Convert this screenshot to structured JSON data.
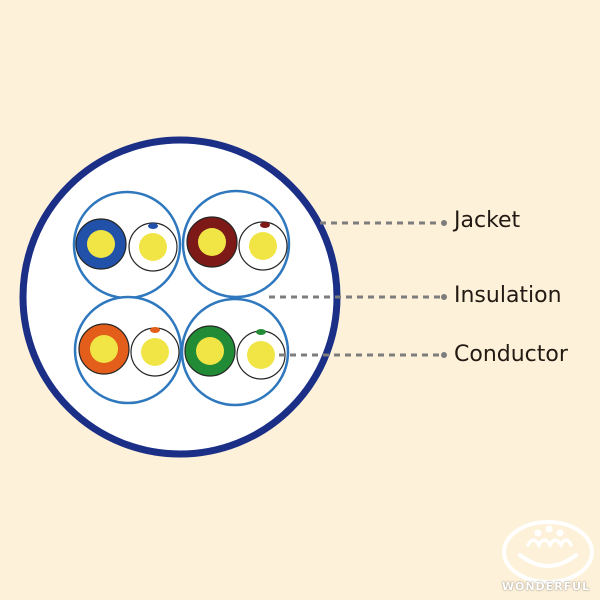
{
  "diagram": {
    "labels": {
      "jacket": "Jacket",
      "insulation": "Insulation",
      "conductor": "Conductor"
    },
    "brand": "WONDERFUL",
    "colors": {
      "background": "#fdf1d9",
      "jacket": "#1b2f87",
      "pair_ring": "#2f78be",
      "leader_line": "#7d7d7d",
      "conductor": "#f0e545",
      "blue": "#2151a8",
      "brown": "#7d1a17",
      "orange": "#e35d1b",
      "green": "#218b35"
    }
  }
}
